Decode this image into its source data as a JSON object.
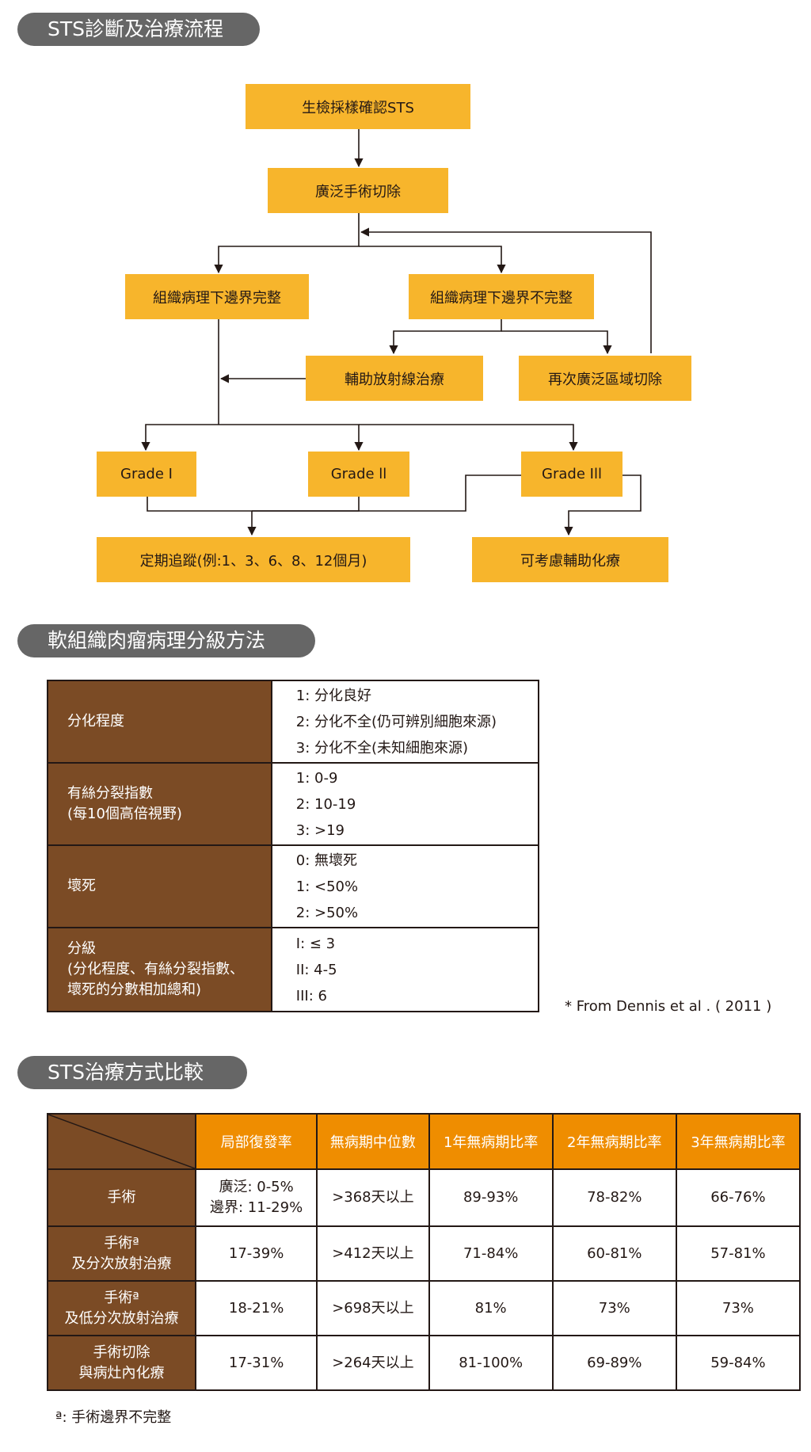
{
  "sections": {
    "flow_title": "STS診斷及治療流程",
    "grading_title": "軟組織肉瘤病理分級方法",
    "compare_title": "STS治療方式比較"
  },
  "flow": {
    "biopsy": "生檢採樣確認STS",
    "wide_excision": "廣泛手術切除",
    "margin_complete": "組織病理下邊界完整",
    "margin_incomplete": "組織病理下邊界不完整",
    "adjuvant_rt": "輔助放射線治療",
    "re_excision": "再次廣泛區域切除",
    "grade1": "Grade I",
    "grade2": "Grade ll",
    "grade3": "Grade Ill",
    "followup": "定期追蹤(例:1、3、6、8、12個月)",
    "chemo": "可考慮輔助化療"
  },
  "grading": {
    "rows": [
      {
        "label": [
          "分化程度"
        ],
        "values": [
          "1: 分化良好",
          "2: 分化不全(仍可辨別細胞來源)",
          "3: 分化不全(未知細胞來源)"
        ]
      },
      {
        "label": [
          "有絲分裂指數",
          "(每10個高倍視野)"
        ],
        "values": [
          "1: 0-9",
          "2: 10-19",
          "3: >19"
        ]
      },
      {
        "label": [
          "壞死"
        ],
        "values": [
          "0:  無壞死",
          "1:  <50%",
          "2:  >50%"
        ]
      },
      {
        "label": [
          "分級",
          "(分化程度、有絲分裂指數、",
          "壞死的分數相加總和)"
        ],
        "values": [
          "I:    ≤ 3",
          "II:   4-5",
          "III:  6"
        ]
      }
    ],
    "source": "* From Dennis et al . ( 2011 )"
  },
  "compare": {
    "headers": [
      "局部復發率",
      "無病期中位數",
      "1年無病期比率",
      "2年無病期比率",
      "3年無病期比率"
    ],
    "rows": [
      {
        "name": [
          "手術"
        ],
        "cells": [
          "廣泛: 0-5%\n邊界: 11-29%",
          ">368天以上",
          "89-93%",
          "78-82%",
          "66-76%"
        ]
      },
      {
        "name": [
          "手術ª",
          "及分次放射治療"
        ],
        "cells": [
          "17-39%",
          ">412天以上",
          "71-84%",
          "60-81%",
          "57-81%"
        ]
      },
      {
        "name": [
          "手術ª",
          "及低分次放射治療"
        ],
        "cells": [
          "18-21%",
          ">698天以上",
          "81%",
          "73%",
          "73%"
        ]
      },
      {
        "name": [
          "手術切除",
          "與病灶內化療"
        ],
        "cells": [
          "17-31%",
          ">264天以上",
          "81-100%",
          "69-89%",
          "59-84%"
        ]
      }
    ],
    "footnote": "ª: 手術邊界不完整"
  }
}
